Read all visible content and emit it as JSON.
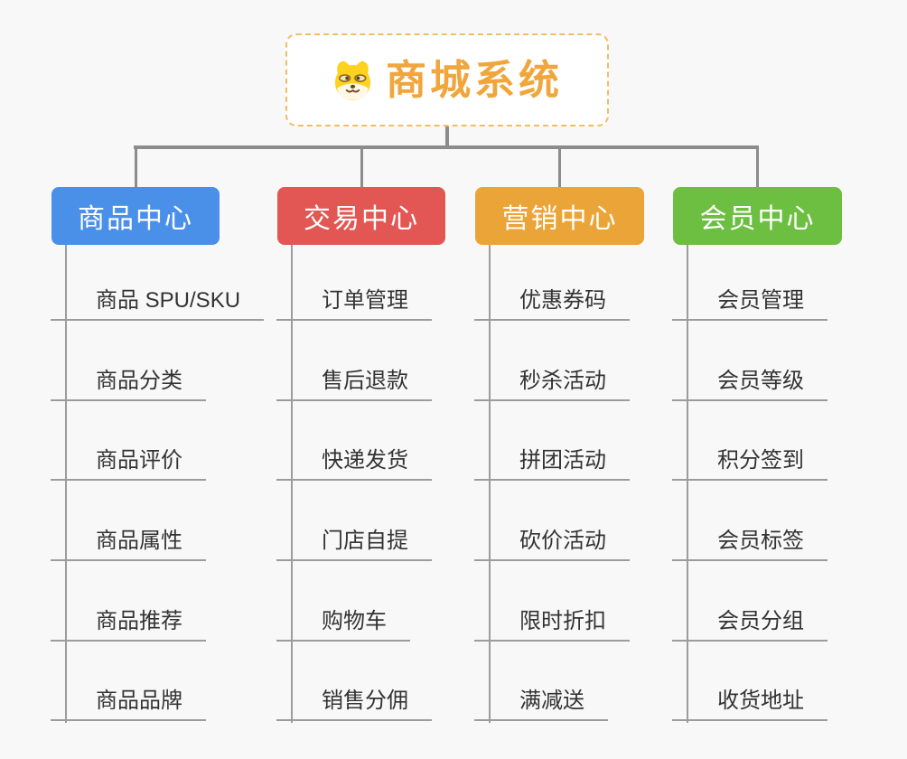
{
  "canvas": {
    "background": "#f8f8f8"
  },
  "root": {
    "title": "商城系统",
    "icon": "shiba-dog-icon",
    "title_color": "#F0A63C",
    "border_color": "#F3BC62"
  },
  "colors": {
    "connector": "#8C8C8C",
    "node_line": "#9C9C9C",
    "leaf_text": "#333333",
    "branch_text": "#FFFFFF"
  },
  "branches": [
    {
      "label": "商品中心",
      "color": "#4A90E8",
      "name": "product-center",
      "children": [
        "商品 SPU/SKU",
        "商品分类",
        "商品评价",
        "商品属性",
        "商品推荐",
        "商品品牌"
      ]
    },
    {
      "label": "交易中心",
      "color": "#E25754",
      "name": "trade-center",
      "children": [
        "订单管理",
        "售后退款",
        "快递发货",
        "门店自提",
        "购物车",
        "销售分佣"
      ]
    },
    {
      "label": "营销中心",
      "color": "#EBA437",
      "name": "marketing-center",
      "children": [
        "优惠券码",
        "秒杀活动",
        "拼团活动",
        "砍价活动",
        "限时折扣",
        "满减送"
      ]
    },
    {
      "label": "会员中心",
      "color": "#6CBF40",
      "name": "member-center",
      "children": [
        "会员管理",
        "会员等级",
        "积分签到",
        "会员标签",
        "会员分组",
        "收货地址"
      ]
    }
  ]
}
